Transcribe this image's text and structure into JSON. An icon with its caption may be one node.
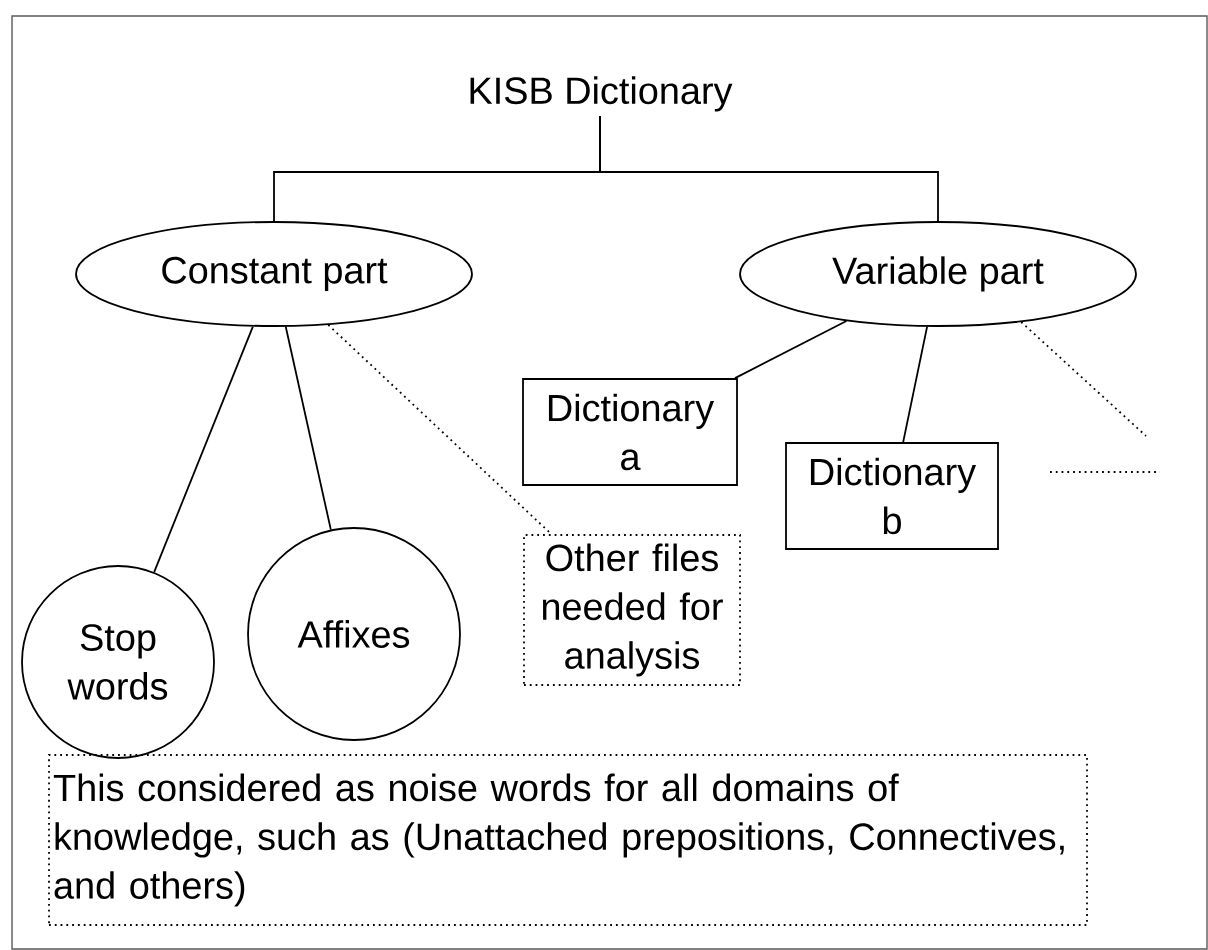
{
  "diagram": {
    "nodes": [
      {
        "text": [
          "KISB Dictionary"
        ]
      },
      {
        "text": [
          "Constant part"
        ]
      },
      {
        "text": [
          "Variable part"
        ]
      },
      {
        "text": [
          "Dictionary a"
        ]
      },
      {
        "text": [
          "Dictionary b"
        ]
      },
      {
        "text": [
          "Stop words"
        ]
      },
      {
        "text": [
          "Affixes"
        ]
      },
      {
        "text": [
          "Other files needed for analysis"
        ]
      },
      {
        "text": [
          "This considered as noise words for all domains of knowledge, such as (Unattached prepositions, Connectives, and others)"
        ]
      }
    ],
    "edges": [
      {
        "from": 0,
        "to": 1,
        "arrow": "none"
      },
      {
        "from": 0,
        "to": 2,
        "arrow": "none"
      },
      {
        "from": 1,
        "to": 5,
        "arrow": "none"
      },
      {
        "from": 1,
        "to": 6,
        "arrow": "none"
      },
      {
        "from": 1,
        "to": 7,
        "arrow": "none",
        "style": "dashed"
      },
      {
        "from": 2,
        "to": 3,
        "arrow": "none"
      },
      {
        "from": 2,
        "to": 4,
        "arrow": "none"
      },
      {
        "from": 2,
        "to": null,
        "arrow": "none",
        "style": "dashed"
      }
    ]
  }
}
